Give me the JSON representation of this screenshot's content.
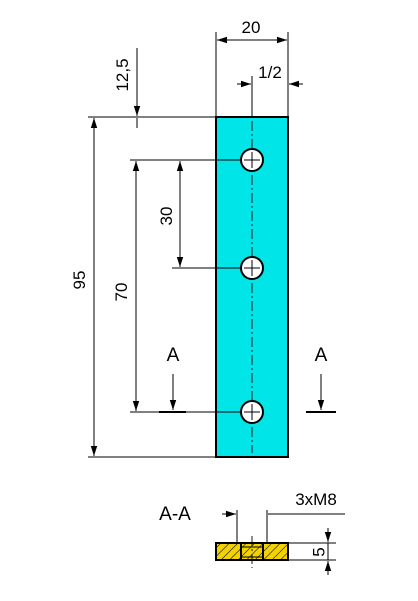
{
  "drawing": {
    "part_color": "#00e5e8",
    "hatch_color": "#f2d200",
    "line_color": "#000000",
    "dimensions": {
      "width": "20",
      "hole_offset": "1/2",
      "top_offset": "12,5",
      "hole_pitch": "30",
      "hole_span": "70",
      "total_length": "95",
      "thickness": "5"
    },
    "section_marker_left": "A",
    "section_marker_right": "A",
    "section_label": "A-A",
    "thread_callout": "3xM8"
  }
}
